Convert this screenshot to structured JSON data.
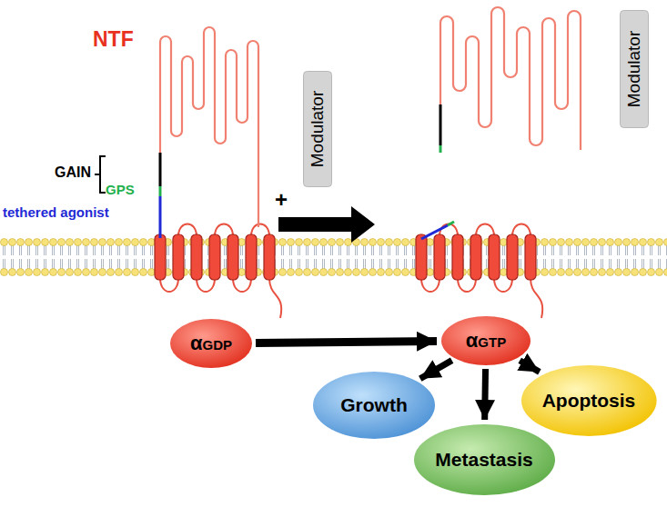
{
  "diagram": {
    "nodes": [
      {
        "text": [
          "Modulator"
        ]
      },
      {
        "text": [
          "Modulator"
        ]
      },
      {
        "text": [
          "αGDP"
        ]
      },
      {
        "text": [
          "αGTP"
        ]
      },
      {
        "text": [
          "Growth"
        ]
      },
      {
        "text": [
          "Metastasis"
        ]
      },
      {
        "text": [
          "Apoptosis"
        ]
      }
    ],
    "edges": [
      {
        "from": 2,
        "to": 3,
        "arrow": "to"
      },
      {
        "from": 3,
        "to": 4,
        "arrow": "to"
      },
      {
        "from": 3,
        "to": 5,
        "arrow": "to"
      },
      {
        "from": 3,
        "to": 6,
        "arrow": "to"
      }
    ],
    "labels": [
      "NTF",
      "GAIN",
      "GPS",
      "tethered agonist",
      "+"
    ]
  }
}
